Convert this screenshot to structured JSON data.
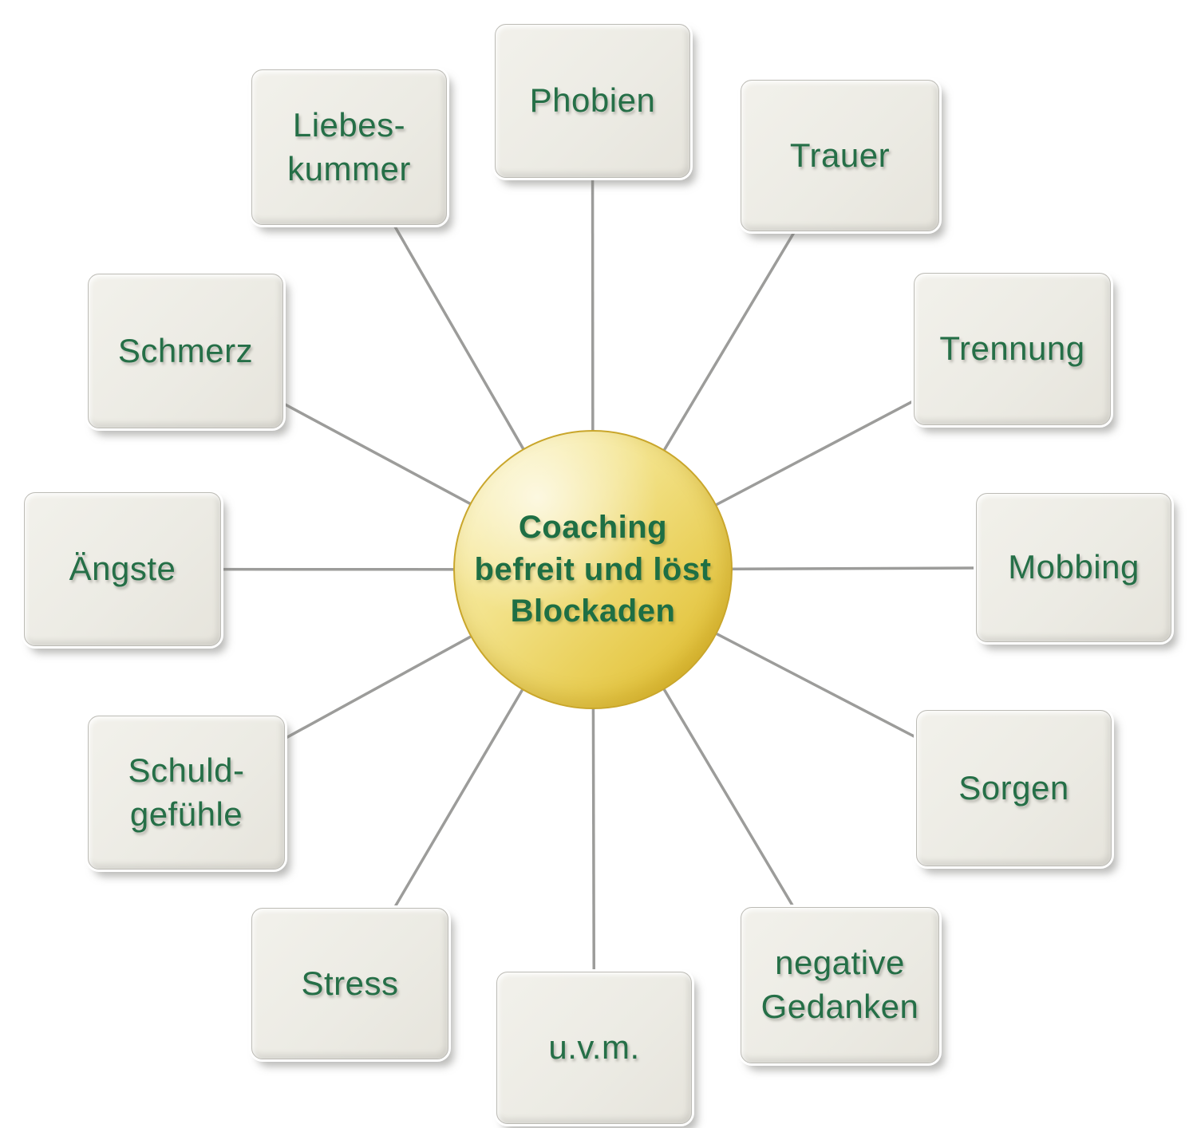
{
  "diagram": {
    "center_label": "Coaching\nbefreit und löst\nBlockaden",
    "nodes": [
      {
        "id": "phobien",
        "label": "Phobien"
      },
      {
        "id": "trauer",
        "label": "Trauer"
      },
      {
        "id": "trennung",
        "label": "Trennung"
      },
      {
        "id": "mobbing",
        "label": "Mobbing"
      },
      {
        "id": "sorgen",
        "label": "Sorgen"
      },
      {
        "id": "negative-gedanken",
        "label": "negative\nGedanken"
      },
      {
        "id": "uvm",
        "label": "u.v.m."
      },
      {
        "id": "stress",
        "label": "Stress"
      },
      {
        "id": "schuldgefuehle",
        "label": "Schuld-\ngefühle"
      },
      {
        "id": "aengste",
        "label": "Ängste"
      },
      {
        "id": "schmerz",
        "label": "Schmerz"
      },
      {
        "id": "liebeskummer",
        "label": "Liebes-\nkummer"
      }
    ],
    "colors": {
      "label_green": "#256f47",
      "center_green": "#1e6f44",
      "box_fill": "#edebe5",
      "connector_gray": "#9c9c9a",
      "circle_gold_light": "#faf2bb",
      "circle_gold_dark": "#ddb723",
      "background": "#ffffff"
    }
  }
}
